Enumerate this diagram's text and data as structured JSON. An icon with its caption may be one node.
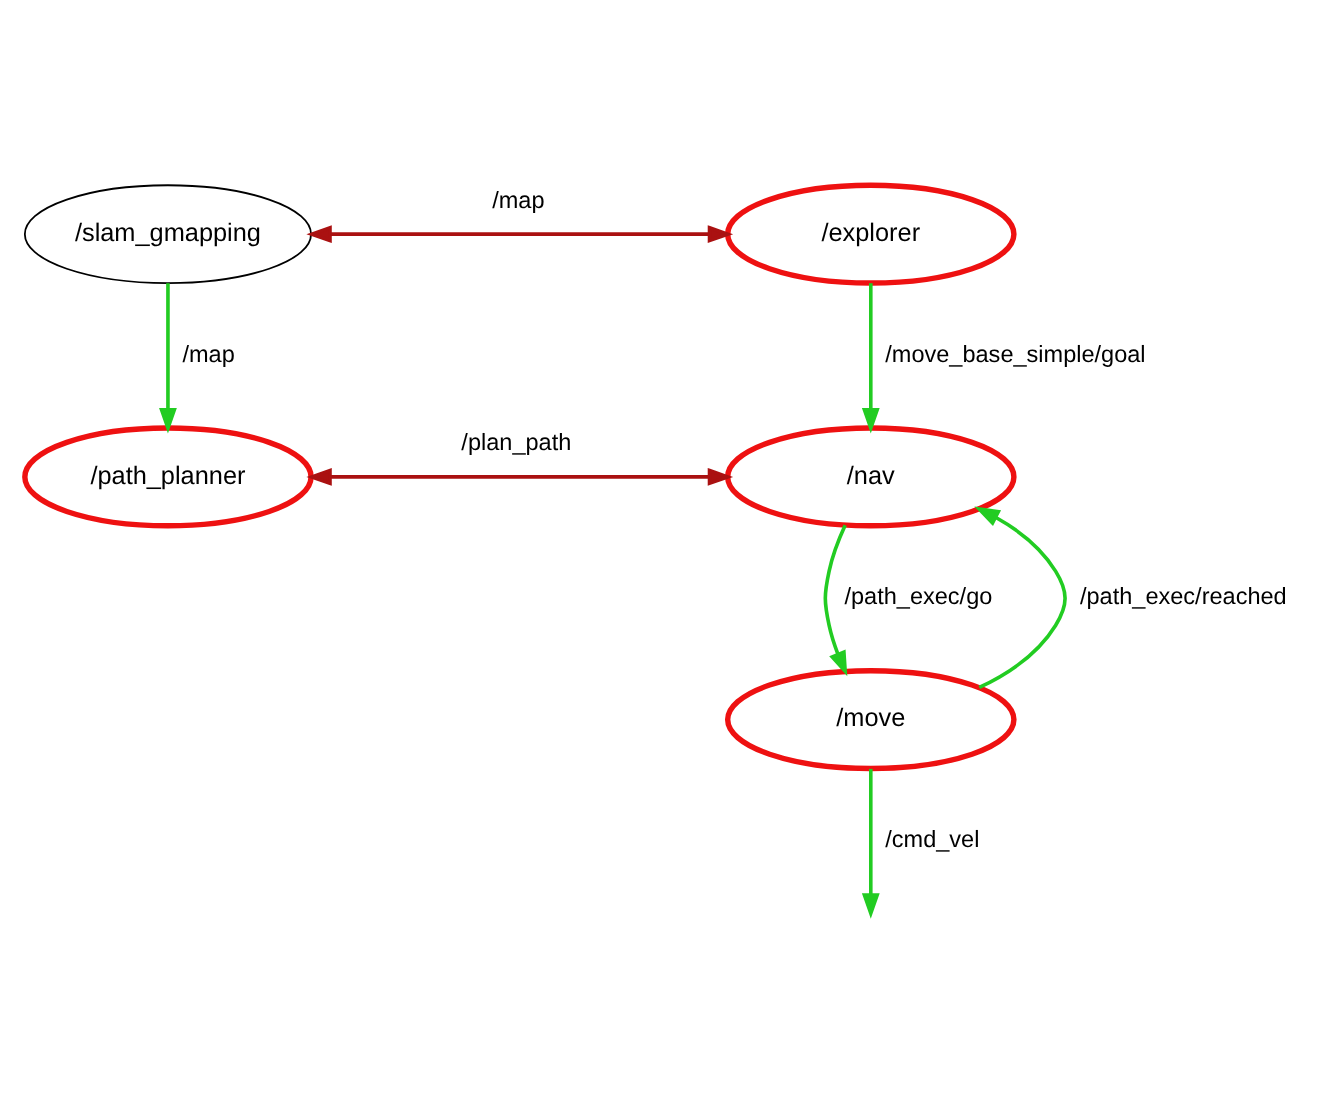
{
  "diagram": {
    "nodes": [
      {
        "text": [
          "/slam_gmapping"
        ]
      },
      {
        "text": [
          "/explorer"
        ]
      },
      {
        "text": [
          "/path_planner"
        ]
      },
      {
        "text": [
          "/nav"
        ]
      },
      {
        "text": [
          "/move"
        ]
      }
    ],
    "edges": [
      {
        "from": 0,
        "to": 1,
        "arrow": "both",
        "label": "/map",
        "color": "#aa1111"
      },
      {
        "from": 0,
        "to": 2,
        "arrow": "to",
        "label": "/map"
      },
      {
        "from": 1,
        "to": 3,
        "arrow": "to",
        "label": "/move_base_simple/goal"
      },
      {
        "from": 2,
        "to": 3,
        "arrow": "both",
        "label": "/plan_path",
        "color": "#aa1111"
      },
      {
        "from": 3,
        "to": 4,
        "arrow": "to",
        "label": "/path_exec/go"
      },
      {
        "from": 4,
        "to": 3,
        "arrow": "to",
        "label": "/path_exec/reached"
      },
      {
        "from": 4,
        "to": null,
        "arrow": "to",
        "label": "/cmd_vel"
      }
    ]
  }
}
